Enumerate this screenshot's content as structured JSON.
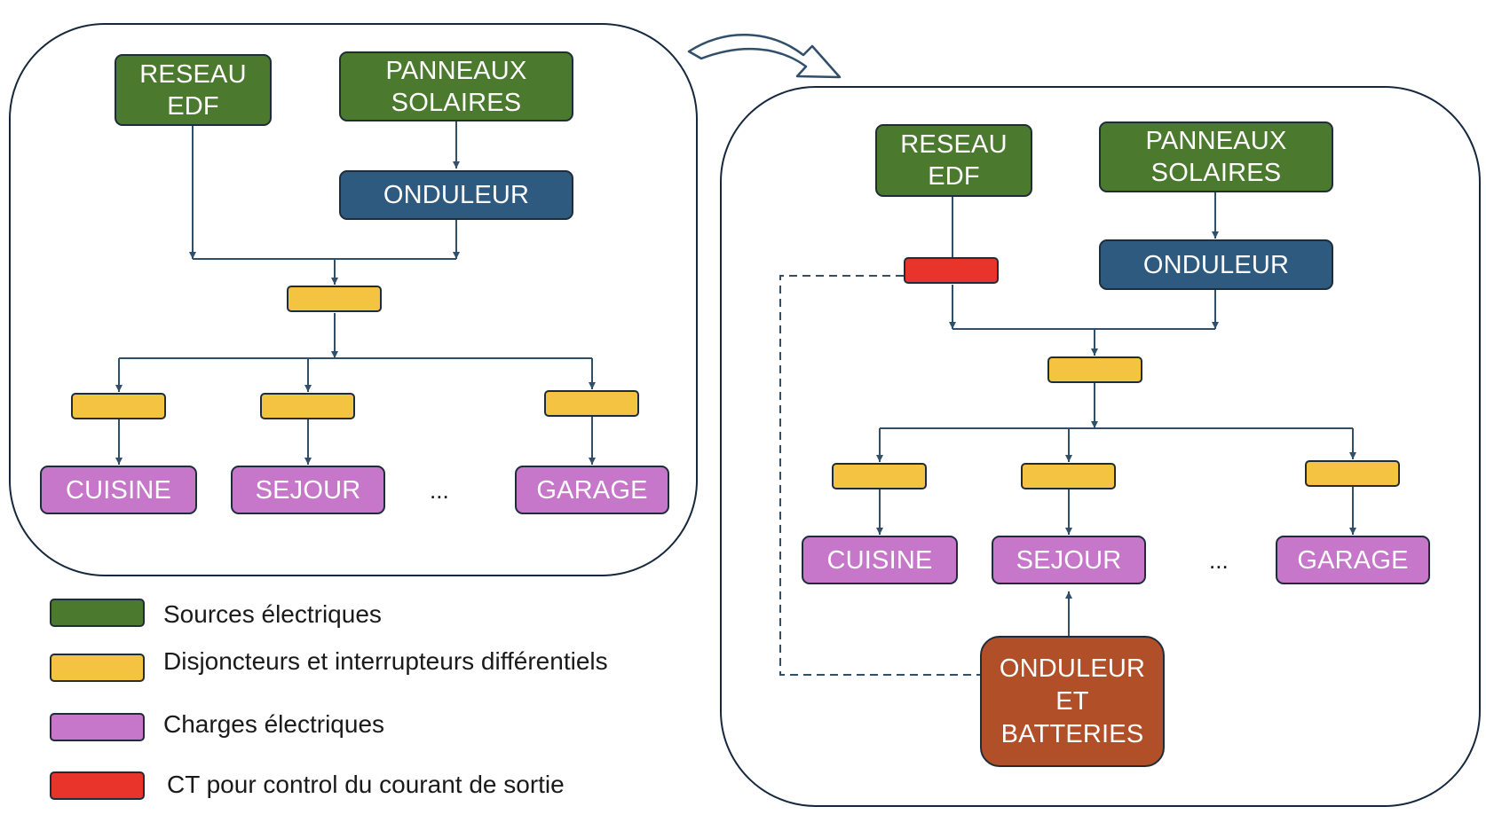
{
  "colors": {
    "source": "#4b7a2f",
    "inverter": "#2e5a7f",
    "breaker": "#f4c342",
    "load": "#c677c9",
    "ct": "#e8342a",
    "battery": "#b04f28",
    "wire": "#2f4f6a"
  },
  "left": {
    "grid": [
      "RESEAU",
      "EDF"
    ],
    "panels": [
      "PANNEAUX",
      "SOLAIRES"
    ],
    "inverter": "ONDULEUR",
    "loads": [
      "CUISINE",
      "SEJOUR",
      "GARAGE"
    ],
    "ellipsis": "..."
  },
  "right": {
    "grid": [
      "RESEAU",
      "EDF"
    ],
    "panels": [
      "PANNEAUX",
      "SOLAIRES"
    ],
    "inverter": "ONDULEUR",
    "loads": [
      "CUISINE",
      "SEJOUR",
      "GARAGE"
    ],
    "ellipsis": "...",
    "battery": [
      "ONDULEUR",
      "ET",
      "BATTERIES"
    ]
  },
  "legend": [
    {
      "color": "source",
      "label": "Sources électriques"
    },
    {
      "color": "breaker",
      "label": "Disjoncteurs et interrupteurs différentiels"
    },
    {
      "color": "load",
      "label": "Charges électriques"
    },
    {
      "color": "ct",
      "label": "CT pour control du courant de sortie"
    }
  ]
}
